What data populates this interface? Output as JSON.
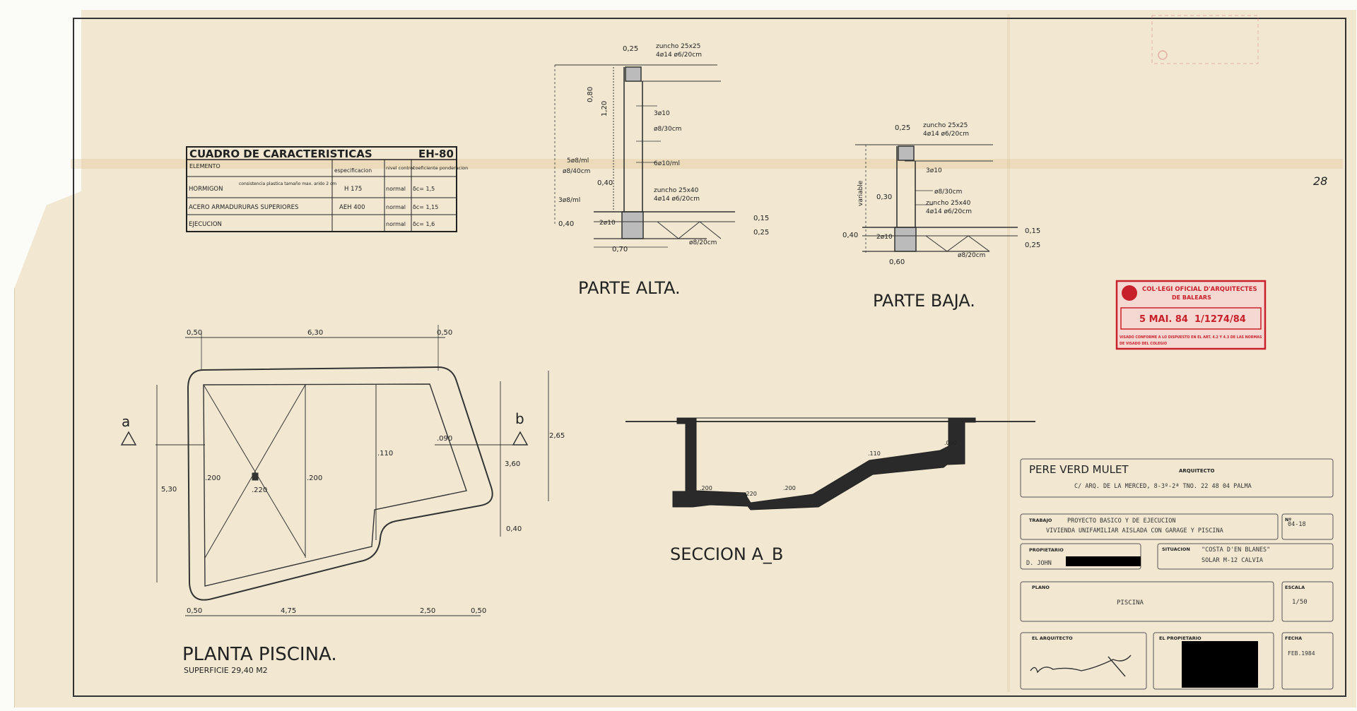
{
  "sheet_number": "28",
  "table": {
    "title": "CUADRO DE CARACTERISTICAS",
    "code": "EH-80",
    "headers": [
      "ELEMENTO",
      "especificacion",
      "nivel control",
      "coeficiente ponderacion"
    ],
    "rows": [
      {
        "element": "HORMIGON",
        "detail": "consistencia plastica tamaño max. arido 2 cm",
        "spec": "H 175",
        "control": "normal",
        "coef": "δc= 1,5"
      },
      {
        "element": "ACERO ARMADURURAS SUPERIORES",
        "detail": "",
        "spec": "AEH 400",
        "control": "normal",
        "coef": "δc= 1,15"
      },
      {
        "element": "EJECUCION",
        "detail": "",
        "spec": "",
        "control": "normal",
        "coef": "δc= 1,6"
      }
    ]
  },
  "parte_alta": {
    "title": "PARTE ALTA.",
    "labels": {
      "top_width": "0,25",
      "zuncho_top": "zuncho 25x25",
      "zuncho_top_bars": "4ø14 ø6/20cm",
      "h1": "0,80",
      "h2": "1,20",
      "bar1": "3ø10",
      "bar2": "ø8/30cm",
      "bar3": "6ø10/ml",
      "bar4": "5ø8/ml",
      "bar5": "ø8/40cm",
      "w040": "0,40",
      "zuncho_bottom": "zuncho 25x40",
      "zuncho_bottom_bars": "4ø14 ø6/20cm",
      "bar6": "3ø8/ml",
      "bar7": "2ø10",
      "h040": "0,40",
      "d015": "0,15",
      "d025": "0,25",
      "mesh": "ø8/20cm",
      "base": "0,70"
    }
  },
  "parte_baja": {
    "title": "PARTE BAJA.",
    "labels": {
      "top_width": "0,25",
      "zuncho_top": "zuncho 25x25",
      "zuncho_top_bars": "4ø14 ø6/20cm",
      "variable": "variable",
      "bar1": "3ø10",
      "bar2": "ø8/30cm",
      "w030": "0,30",
      "zuncho_bottom": "zuncho 25x40",
      "zuncho_bottom_bars": "4ø14 ø6/20cm",
      "bar7": "2ø10",
      "h040": "0,40",
      "d015": "0,15",
      "d025": "0,25",
      "mesh": "ø8/20cm",
      "base": "0,60"
    }
  },
  "planta": {
    "title": "PLANTA PISCINA.",
    "subtitle": "SUPERFICIE 29,40 M2",
    "marker_a": "a",
    "marker_b": "b",
    "dims_top": [
      "0,50",
      "6,30",
      "0,50"
    ],
    "dims_bottom": [
      "0,50",
      "4,75",
      "2,50",
      "0,50"
    ],
    "dim_left": "5,30",
    "dims_right": [
      "2,65",
      "3,60",
      "0,40"
    ],
    "levels": [
      ".200",
      ".220",
      ".200",
      ".110",
      ".090"
    ]
  },
  "seccion": {
    "title": "SECCION A_B",
    "levels": [
      ".200",
      ".220",
      ".200",
      ".110",
      ".090"
    ]
  },
  "stamp": {
    "line1": "COL·LEGI OFICIAL D'ARQUITECTES",
    "line2": "DE BALEARS",
    "date": "5 MAI. 84",
    "number": "1/1274/84",
    "small1": "VISADO CONFORME A LO DISPUESTO EN EL ART. 4.2 Y 4.3 DE LAS NORMAS",
    "small2": "DE VISADO DEL COLEGIO"
  },
  "title_block": {
    "architect": "PERE VERD MULET",
    "architect_role": "ARQUITECTO",
    "address": "C/ ARQ. DE LA MERCED, 8-3º-2ª  TNO. 22 48 04  PALMA",
    "trabajo_label": "TRABAJO",
    "trabajo_line1": "PROYECTO BASICO Y DE EJECUCION",
    "trabajo_line2": "VIVIENDA UNIFAMILIAR AISLADA CON GARAGE Y PISCINA",
    "num_label": "Nº",
    "num_value": "04-18",
    "propietario_label": "PROPIETARIO",
    "propietario_value": "D. JOHN",
    "situacion_label": "SITUACION",
    "situacion_line1": "\"COSTA D'EN BLANES\"",
    "situacion_line2": "SOLAR M-12     CALVIA",
    "plano_label": "PLANO",
    "plano_value": "PISCINA",
    "escala_label": "ESCALA",
    "escala_value": "1/50",
    "arquitecto_label": "EL ARQUITECTO",
    "propietario2_label": "EL PROPIETARIO",
    "fecha_label": "FECHA",
    "fecha_value": "FEB.1984"
  },
  "colors": {
    "paper": "#f2e8d2",
    "ink": "#222222",
    "stamp_red": "#c8202a"
  }
}
